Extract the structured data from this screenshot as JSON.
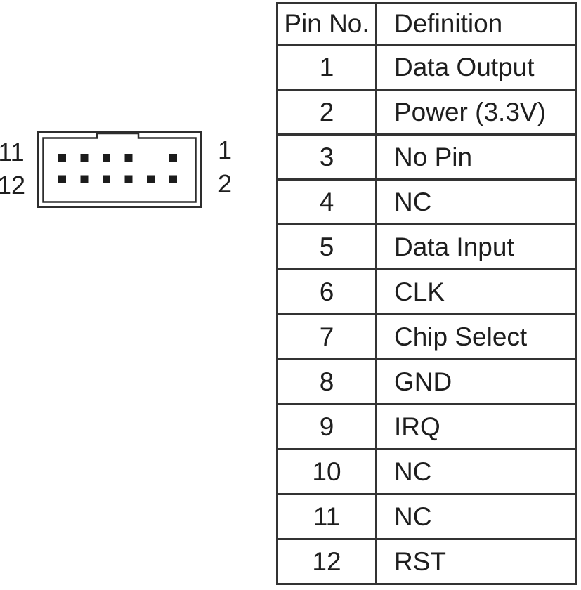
{
  "connector": {
    "description": "12-pin box header top view, pin 3 absent",
    "labels": {
      "top_left": "11",
      "bottom_left": "12",
      "top_right": "1",
      "bottom_right": "2"
    }
  },
  "table": {
    "headers": [
      "Pin No.",
      "Definition"
    ],
    "rows": [
      {
        "pin": "1",
        "definition": "Data Output"
      },
      {
        "pin": "2",
        "definition": "Power (3.3V)"
      },
      {
        "pin": "3",
        "definition": "No Pin"
      },
      {
        "pin": "4",
        "definition": "NC"
      },
      {
        "pin": "5",
        "definition": "Data Input"
      },
      {
        "pin": "6",
        "definition": "CLK"
      },
      {
        "pin": "7",
        "definition": "Chip Select"
      },
      {
        "pin": "8",
        "definition": "GND"
      },
      {
        "pin": "9",
        "definition": "IRQ"
      },
      {
        "pin": "10",
        "definition": "NC"
      },
      {
        "pin": "11",
        "definition": "NC"
      },
      {
        "pin": "12",
        "definition": "RST"
      }
    ]
  },
  "colors": {
    "line": "#2d2d2d",
    "text": "#1e1e1e",
    "background": "#ffffff"
  }
}
